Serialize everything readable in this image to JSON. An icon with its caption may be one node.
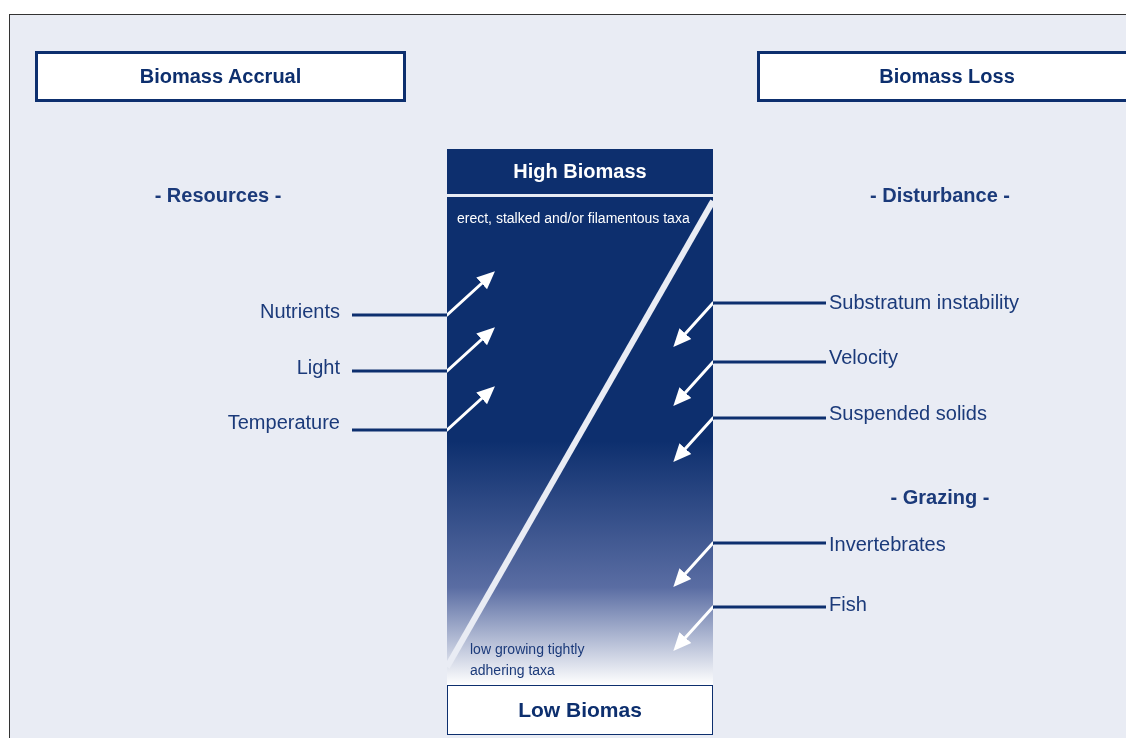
{
  "diagram": {
    "nodes": [
      {
        "text": [
          "Biomass Accrual"
        ]
      },
      {
        "text": [
          "Biomass Loss"
        ]
      },
      {
        "text": [
          "High Biomass"
        ]
      },
      {
        "text": [
          "erect, stalked and/or filamentous taxa",
          "low growing tightly adhering taxa"
        ]
      },
      {
        "text": [
          "Low Biomas"
        ]
      },
      {
        "text": [
          "Nutrients"
        ]
      },
      {
        "text": [
          "Light"
        ]
      },
      {
        "text": [
          "Temperature"
        ]
      },
      {
        "text": [
          "Substratum instability"
        ]
      },
      {
        "text": [
          "Velocity"
        ]
      },
      {
        "text": [
          "Suspended solids"
        ]
      },
      {
        "text": [
          "Invertebrates"
        ]
      },
      {
        "text": [
          "Fish"
        ]
      }
    ],
    "edges": [
      {
        "from": 5,
        "to": 3,
        "arrow": "to"
      },
      {
        "from": 6,
        "to": 3,
        "arrow": "to"
      },
      {
        "from": 7,
        "to": 3,
        "arrow": "to"
      },
      {
        "from": 8,
        "to": 3,
        "arrow": "to"
      },
      {
        "from": 9,
        "to": 3,
        "arrow": "to"
      },
      {
        "from": 10,
        "to": 3,
        "arrow": "to"
      },
      {
        "from": 11,
        "to": 3,
        "arrow": "to"
      },
      {
        "from": 12,
        "to": 3,
        "arrow": "to"
      }
    ],
    "labels": [
      "- Resources -",
      "- Disturbance -",
      "- Grazing -"
    ]
  }
}
